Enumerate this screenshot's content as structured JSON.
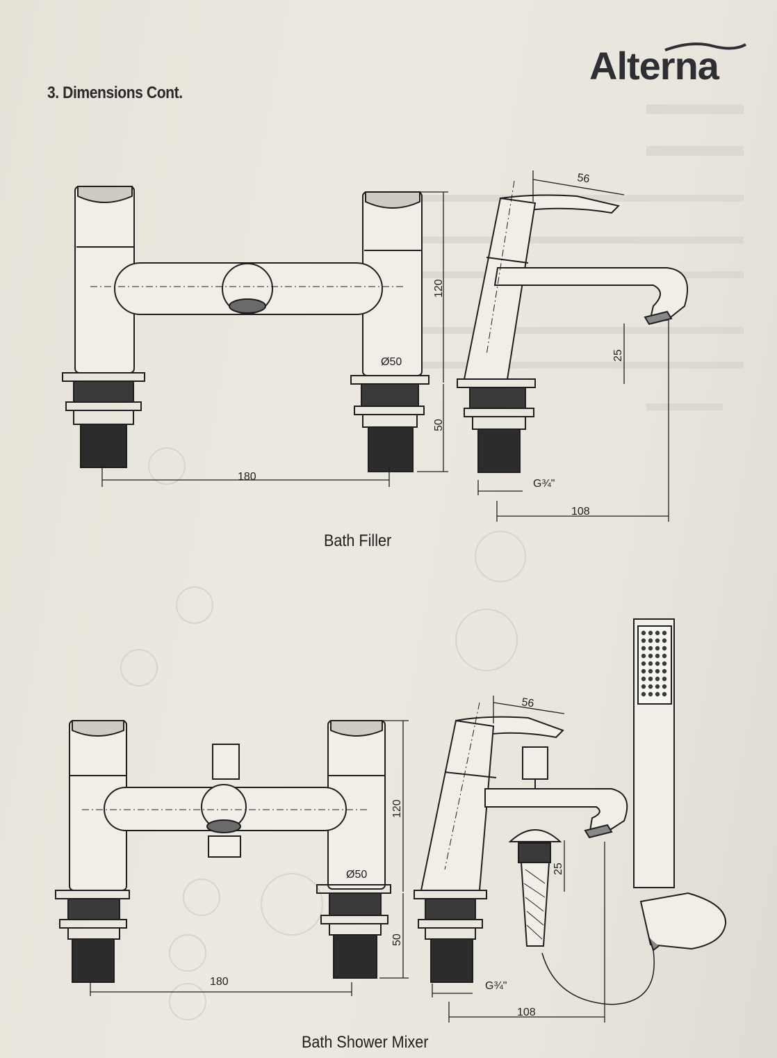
{
  "header": {
    "title": "3. Dimensions Cont.",
    "brand": "Alterna"
  },
  "bath_filler": {
    "caption": "Bath Filler",
    "dims": {
      "width": "180",
      "height": "120",
      "base_height": "50",
      "diameter": "Ø50",
      "spout_width": "56",
      "spout_height": "25",
      "thread": "G¾\"",
      "reach": "108"
    }
  },
  "bath_shower_mixer": {
    "caption": "Bath Shower Mixer",
    "dims": {
      "width": "180",
      "height": "120",
      "base_height": "50",
      "diameter": "Ø50",
      "spout_width": "56",
      "spout_height": "25",
      "thread": "G¾\"",
      "reach": "108"
    }
  },
  "colors": {
    "ink": "#1e1e1e",
    "paper": "#e9e6dd",
    "ghost": "#cfcbc1"
  }
}
